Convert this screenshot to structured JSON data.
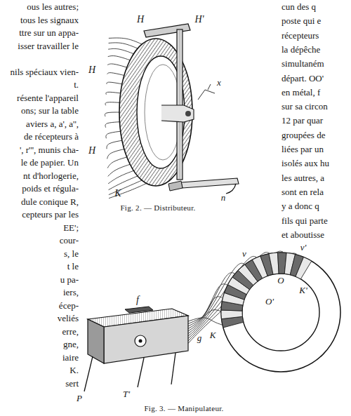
{
  "diagram": {
    "labels": [
      "ous les autres;",
      "tous les signaux",
      "ttre sur un appa-",
      "isser travailler le",
      "nils spéciaux vien-",
      "t.",
      "résente l'appareil",
      "ons; sur la table",
      "aviers a, a', a'',",
      "de récepteurs à",
      "', r''', munis cha-",
      "le de papier. Un",
      "nt d'horlogerie,",
      "poids et régula-",
      "dule conique R,",
      "cepteurs par les",
      "EE';",
      "cour-",
      "s, le",
      "t le",
      "u pa-",
      "iers,",
      "écep-",
      "veliés",
      "erre,",
      "gne,",
      "iaire",
      "K.",
      "sert",
      "cun des q",
      "poste qui e",
      "récepteurs",
      "la dépêche",
      "simultaném",
      "départ. OO'",
      "en métal, f",
      "sur sa circon",
      "12 par quar",
      "groupées de",
      "liées par un",
      "isolés aux hu",
      "les autres, a",
      "sont en rela",
      "y a donc q",
      "fils qui parte",
      "et aboutisse",
      "H",
      "H'",
      "H",
      "H",
      "K",
      "x",
      "n",
      "Fig. 2. — Distributeur.",
      "f",
      "P",
      "T'",
      "g",
      "v",
      "v'",
      "K'",
      "O",
      "O'",
      "K",
      "Fig. 3. — Manipulateur."
    ]
  }
}
